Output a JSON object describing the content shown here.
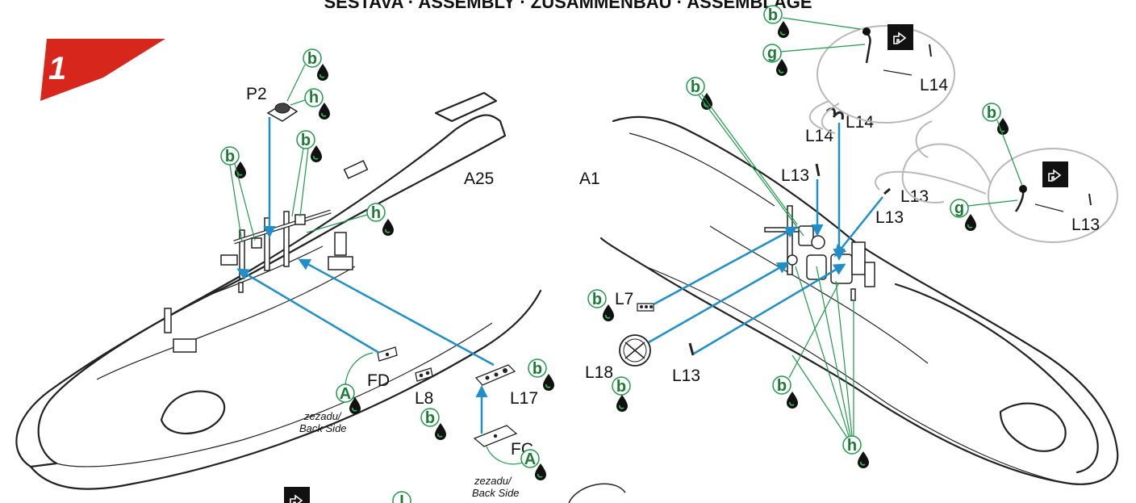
{
  "header": {
    "title": "SESTAVA · ASSEMBLY · ZUSAMMENBAU · ASSEMBLAGE"
  },
  "step": {
    "number": "1"
  },
  "colors": {
    "arrow": "#1e8fc9",
    "paint_callout": "#1f9a4a",
    "step_badge": "#d7261b",
    "detail_circle": "#b8b8b8"
  },
  "icons": [
    "paint-drop-icon",
    "fold-arrow-icon"
  ],
  "wing_left": {
    "name": "A25",
    "parts": {
      "p2": "P2",
      "fd": "FD",
      "l8": "L8",
      "l17": "L17",
      "fc": "FC"
    },
    "back_side_note_1": "zezadu/",
    "back_side_note_2": "Back Side",
    "paint_codes": [
      "b",
      "h",
      "b",
      "b",
      "h",
      "b",
      "b"
    ],
    "decal_codes": [
      "A",
      "A"
    ],
    "partial_code": "I"
  },
  "wing_right": {
    "name": "A1",
    "parts": {
      "l14a": "L14",
      "l14b": "L14",
      "l14c": "L14",
      "l13a": "L13",
      "l13b": "L13",
      "l13c": "L13",
      "l13d": "L13",
      "l13e": "L13",
      "l7": "L7",
      "l18": "L18"
    },
    "paint_codes": [
      "b",
      "g",
      "b",
      "b",
      "g",
      "b",
      "b",
      "b",
      "h"
    ]
  }
}
